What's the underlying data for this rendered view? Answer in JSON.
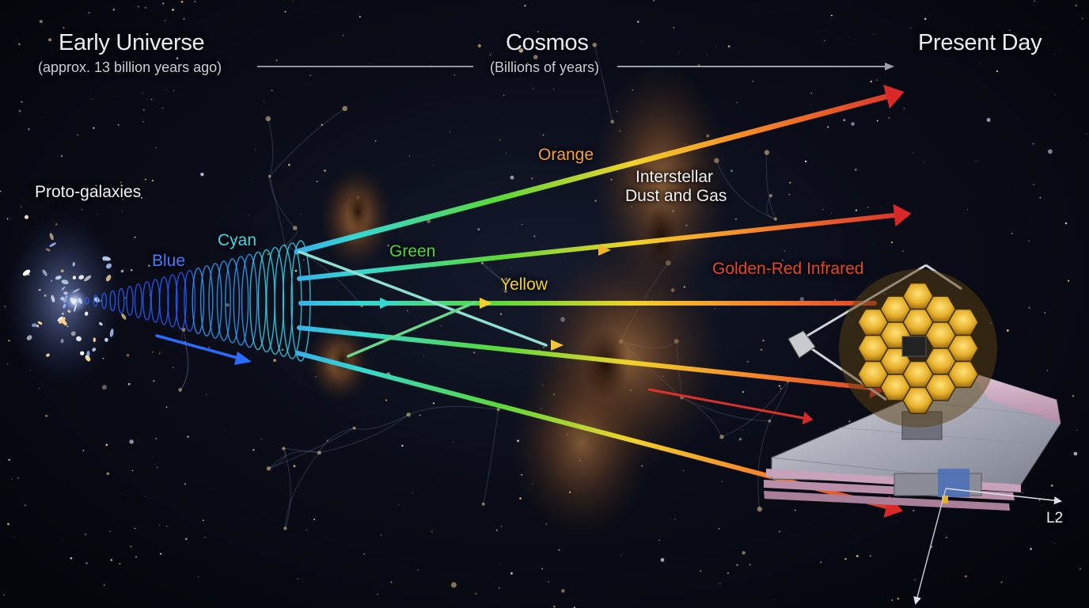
{
  "header": {
    "early": {
      "title": "Early Universe",
      "subtitle": "(approx. 13 billion years ago)"
    },
    "middle": {
      "title": "Cosmos",
      "subtitle": "(Billions of years)"
    },
    "present": {
      "title": "Present Day"
    }
  },
  "labels": {
    "proto_galaxies": "Proto-galaxies",
    "dust_line1": "Interstellar",
    "dust_line2": "Dust and Gas",
    "l2": "L2"
  },
  "wavelengths": [
    {
      "name": "Blue",
      "color": "#3f7fff"
    },
    {
      "name": "Cyan",
      "color": "#3fd8e8"
    },
    {
      "name": "Green",
      "color": "#4ad83a"
    },
    {
      "name": "Yellow",
      "color": "#f2d22a"
    },
    {
      "name": "Orange",
      "color": "#f5a040"
    },
    {
      "name": "Golden-Red Infrared",
      "color": "#e8452a"
    }
  ],
  "colors": {
    "blue": "#2a5dff",
    "cyan": "#33d6ee",
    "green": "#3ed63a",
    "yellow": "#f5d22a",
    "orange": "#f59a2a",
    "red": "#d8322a",
    "mirror_gold": "#e6b02a",
    "dust": "#8a5a32"
  },
  "icons": {
    "telescope": "space-telescope-icon",
    "arrow": "arrow-right-icon"
  }
}
